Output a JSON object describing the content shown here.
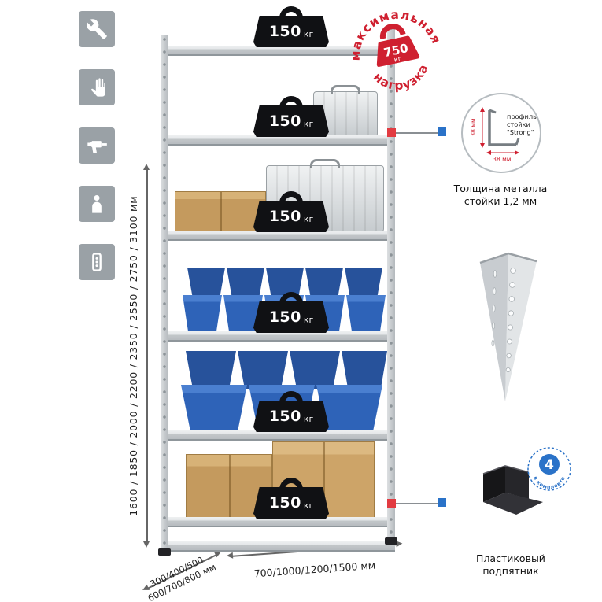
{
  "colors": {
    "accent_red": "#cf2030",
    "accent_blue": "#2a72c8",
    "bin_blue": "#2e63b8",
    "cardboard": "#c49a5e",
    "metal_gray": "#c6cacd"
  },
  "sidebar_icons": [
    {
      "name": "wrench-icon"
    },
    {
      "name": "glove-icon"
    },
    {
      "name": "drill-icon"
    },
    {
      "name": "person-icon"
    },
    {
      "name": "rack-post-icon"
    }
  ],
  "rack": {
    "weight_value": "150",
    "weight_unit": "кг",
    "heights_label": "1600 / 1850 / 2000 / 2200 / 2350 / 2550 / 2750 / 3100 мм",
    "depth_label_line1": "300/400/500",
    "depth_label_line2": "600/700/800 мм",
    "width_label": "700/1000/1200/1500 мм"
  },
  "max_load_stamp": {
    "arc_top": "максимальная",
    "arc_bottom": "нагрузка",
    "value": "750",
    "unit": "кг"
  },
  "profile_callout": {
    "line1": "профиль",
    "line2": "стойки",
    "line3": "\"Strong\"",
    "dim_vertical": "38 мм",
    "dim_horizontal": "38 мм.",
    "caption_line1": "Толщина металла",
    "caption_line2": "стойки 1,2 мм"
  },
  "foot_callout": {
    "badge_value": "4",
    "badge_text": "в комплекте",
    "caption_line1": "Пластиковый",
    "caption_line2": "подпятник"
  }
}
